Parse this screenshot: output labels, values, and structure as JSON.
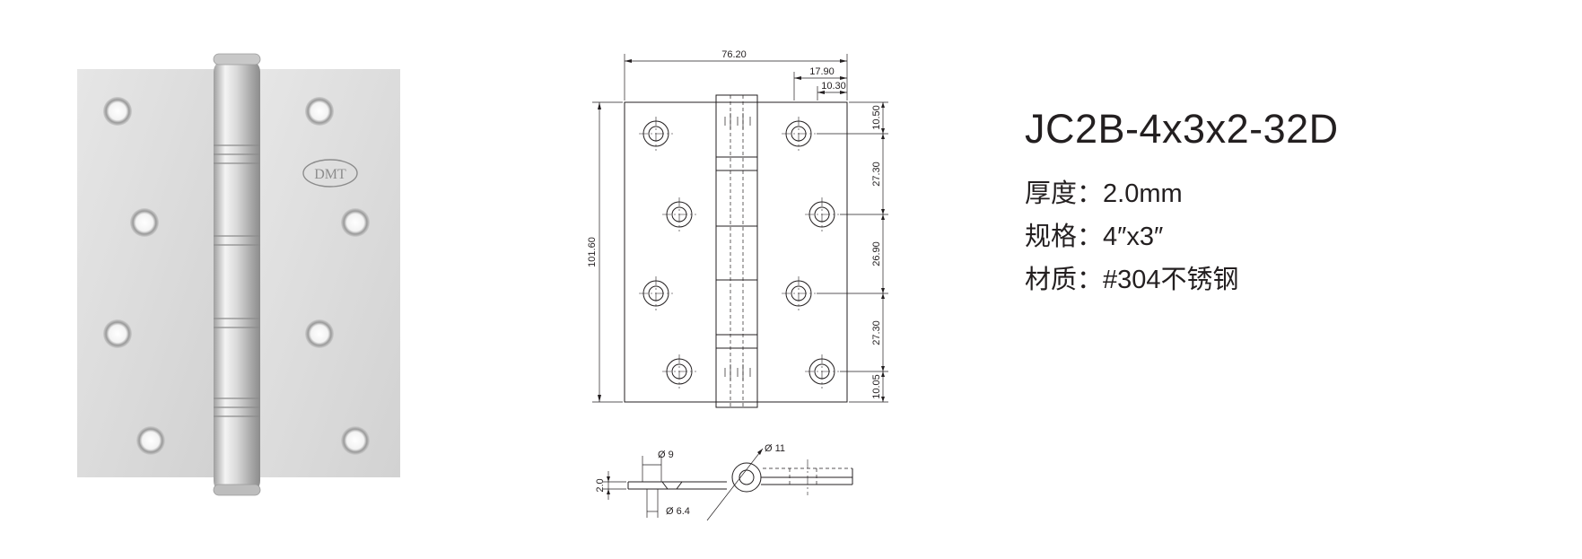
{
  "product": {
    "model": "JC2B-4x3x2-32D",
    "specs": [
      {
        "label": "厚度：",
        "value": "2.0mm"
      },
      {
        "label": "规格：",
        "value": "4″x3″"
      },
      {
        "label": "材质：",
        "value": "#304不锈钢"
      }
    ]
  },
  "photo": {
    "logo": "DMT"
  },
  "dimensions": {
    "overall_width": "76.20",
    "knuckle_offset": "17.90",
    "pin_offset": "10.30",
    "height": "101.60",
    "hole_gaps": [
      "10.50",
      "27.30",
      "26.90",
      "27.30",
      "10.05"
    ],
    "thickness": "2.0",
    "hole_dia": "Ø 9",
    "hole_dia_small": "Ø 6.4",
    "pin_dia": "Ø 11"
  },
  "colors": {
    "steel_light": "#ececec",
    "steel_dark": "#b9b9b9",
    "ink": "#231f20"
  }
}
